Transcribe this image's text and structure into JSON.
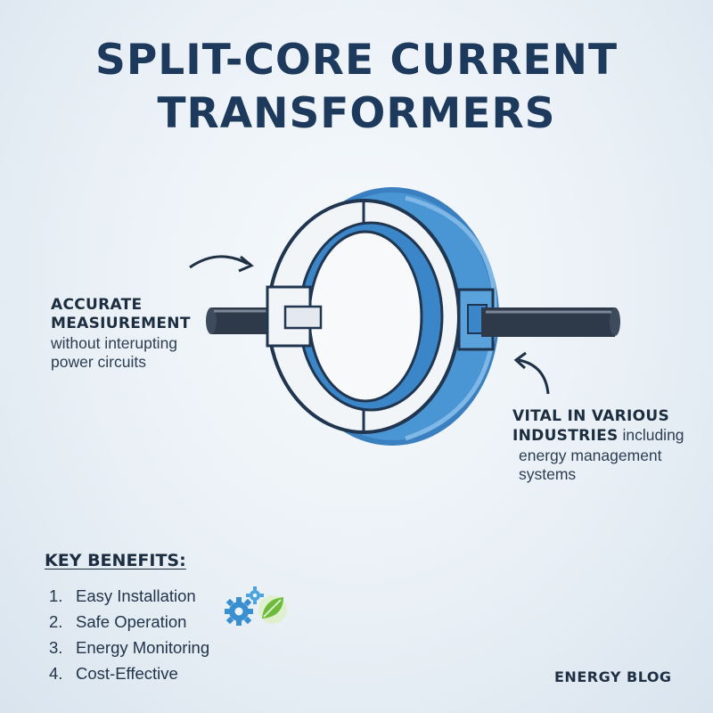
{
  "title": {
    "line1": "SPLIT-CORE CURRENT",
    "line2": "TRANSFORMERS"
  },
  "callout_left": {
    "line1": "ACCURATE",
    "line2": "MEASIUREMENT",
    "line3": "without interupting",
    "line4": "power circuits"
  },
  "callout_right": {
    "line1": "VITAL IN VARIOUS",
    "line2_strong": "INDUSTRIES",
    "line2_rest": " including",
    "line3": "energy management",
    "line4": "systems"
  },
  "benefits": {
    "heading": "KEY BENEFITS:",
    "items": [
      {
        "num": "1.",
        "label": "Easy Installation"
      },
      {
        "num": "2.",
        "label": "Safe Operation"
      },
      {
        "num": "3.",
        "label": "Energy Monitoring"
      },
      {
        "num": "4.",
        "label": "Cost-Effective"
      }
    ]
  },
  "footer": "ENERGY BLOG",
  "icons": [
    "gear-icon",
    "small-gear-icon",
    "leaf-icon",
    "curved-arrow-icon"
  ],
  "colors": {
    "title": "#1d3a5c",
    "ring_blue": "#3f86c8",
    "ring_face": "#f3f6f9",
    "cable": "#2e3a4a",
    "gear": "#3a8fd0",
    "leaf": "#6dbb3a"
  }
}
